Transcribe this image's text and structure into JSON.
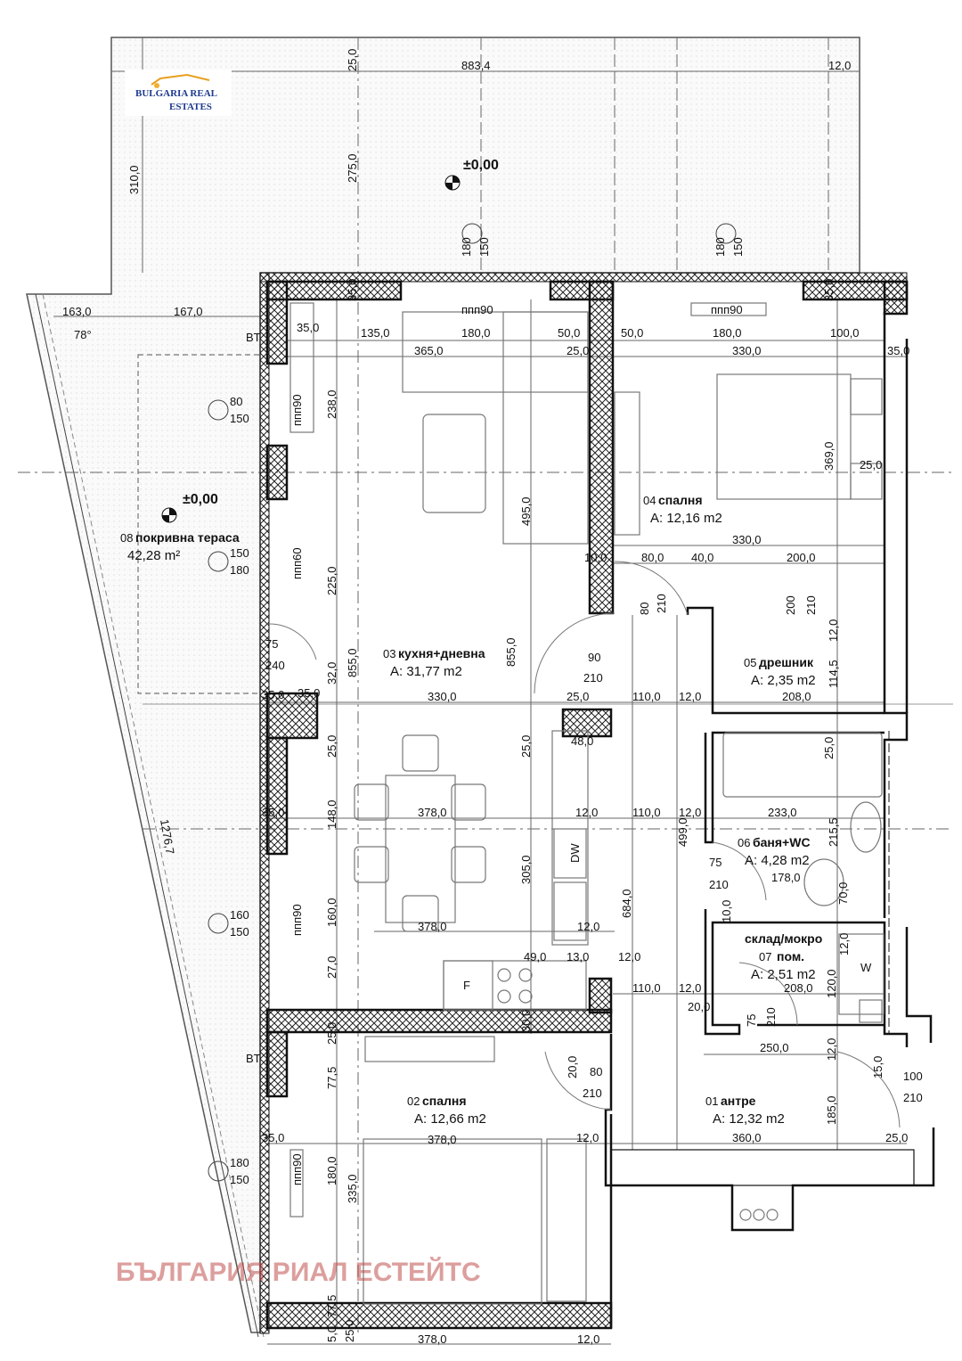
{
  "logo": {
    "line1": "BULGARIA REAL",
    "line2": "ESTATES"
  },
  "watermark": "БЪЛГАРИЯ РИАЛ ЕСТЕЙТС",
  "levels": [
    "±0,00",
    "±0,00"
  ],
  "rooms": [
    {
      "number": "01",
      "name": "антре",
      "area": "A: 12,32 m2"
    },
    {
      "number": "02",
      "name": "спалня",
      "area": "A: 12,66 m2"
    },
    {
      "number": "03",
      "name": "кухня+дневна",
      "area": "A: 31,77 m2"
    },
    {
      "number": "04",
      "name": "спалня",
      "area": "A: 12,16 m2"
    },
    {
      "number": "05",
      "name": "дрешник",
      "area": "A: 2,35 m2"
    },
    {
      "number": "06",
      "name": "баня+WC",
      "area": "A: 4,28 m2"
    },
    {
      "number": "07",
      "name": "склад/мокро пом.",
      "area": "A: 2,51 m2"
    },
    {
      "number": "08",
      "name": "покривна тераса",
      "area": "42,28 m²"
    }
  ],
  "dimensions": [
    "25,0",
    "883,4",
    "12,0",
    "310,0",
    "275,0",
    "180",
    "150",
    "180",
    "150",
    "163,0",
    "167,0",
    "78°",
    "35,0",
    "35,0",
    "ппп90",
    "ппп90",
    "35,0",
    "135,0",
    "180,0",
    "50,0",
    "50,0",
    "180,0",
    "100,0",
    "365,0",
    "25,0",
    "330,0",
    "35,0",
    "BT",
    "80",
    "150",
    "238,0",
    "ппп90",
    "369,0",
    "25,0",
    "150",
    "180",
    "ппп60",
    "225,0",
    "495,0",
    "330,0",
    "10,0",
    "80,0",
    "40,0",
    "200,0",
    "80",
    "210",
    "200",
    "210",
    "12,0",
    "75",
    "240",
    "32,0",
    "855,0",
    "855,0",
    "90",
    "210",
    "114,5",
    "35,0",
    "35,0",
    "330,0",
    "25,0",
    "110,0",
    "12,0",
    "208,0",
    "25,0",
    "48,0",
    "25,0",
    "25,0",
    "35,0",
    "148,0",
    "378,0",
    "12,0",
    "110,0",
    "12,0",
    "233,0",
    "215,5",
    "499,0",
    "DW",
    "305,0",
    "684,0",
    "75",
    "210",
    "178,0",
    "70,0",
    "10,0",
    "160",
    "150",
    "ппп90",
    "160,0",
    "378,0",
    "12,0",
    "12,0",
    "49,0",
    "13,0",
    "12,0",
    "27,0",
    "W",
    "110,0",
    "12,0",
    "208,0",
    "120,0",
    "20,0",
    "75",
    "210",
    "F",
    "30,0",
    "250,0",
    "25,0",
    "12,0",
    "BT",
    "77,5",
    "20,0",
    "80",
    "210",
    "15,0",
    "100",
    "210",
    "378,0",
    "12,0",
    "360,0",
    "25,0",
    "185,0",
    "35,0",
    "180",
    "150",
    "180,0",
    "ппп90",
    "335,0",
    "1276,7",
    "77,5",
    "5,0",
    "378,0",
    "12,0",
    "25,0"
  ]
}
